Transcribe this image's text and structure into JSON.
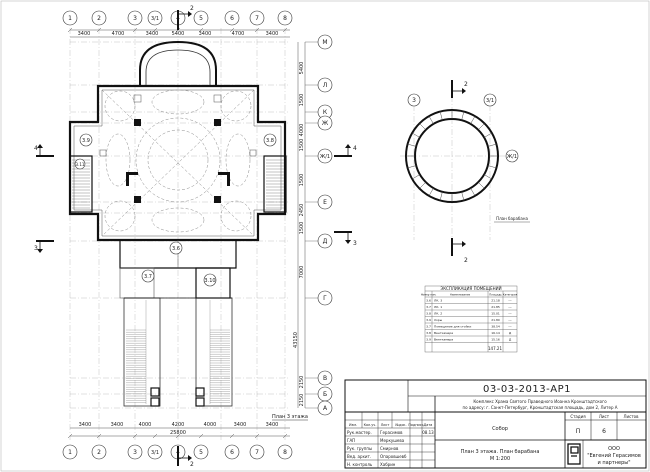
{
  "axes": {
    "columns": [
      "1",
      "2",
      "3",
      "3/1",
      "4",
      "5",
      "6",
      "7",
      "8"
    ],
    "rows": [
      "М",
      "Л",
      "К",
      "Ж",
      "Ж/1",
      "Е",
      "Д",
      "Г",
      "В",
      "Б",
      "А"
    ],
    "top_dims": [
      "3400",
      "4700",
      "3400",
      "3400",
      "4700",
      "3400"
    ],
    "top_dims_inner": "5400",
    "bottom_dims": [
      "3400",
      "3400",
      "4000",
      "4200",
      "4000",
      "3400",
      "3400"
    ],
    "bottom_total": "25800",
    "bottom_half": "4200",
    "right_dims": [
      "5400",
      "1500",
      "4000",
      "1500",
      "1500",
      "2450",
      "1500",
      "7000",
      "2150",
      "2150"
    ],
    "right_total": "43150"
  },
  "sections": {
    "top": "2",
    "left": "4",
    "right": "4",
    "left_low": "3",
    "right_low": "3",
    "bottom": "2"
  },
  "room_tags": [
    "3.8",
    "3.9",
    "3.6",
    "3.7",
    "3.10",
    "3.11"
  ],
  "plan_caption": "План 3 этажа",
  "drum": {
    "axes_cols": [
      "3",
      "3/1"
    ],
    "axis_row": "Ж/1",
    "section_mark": "2",
    "caption": "План барабана"
  },
  "room_table": {
    "title": "ЭКСПЛИКАЦИЯ ПОМЕЩЕНИЙ",
    "headers": [
      "Номер пом.",
      "Наименование",
      "Площадь",
      "Категория"
    ],
    "rows": [
      [
        "3.6",
        "ЛК. 3",
        "21.18",
        "---"
      ],
      [
        "3.7",
        "ЛК. 1",
        "21.85",
        "---"
      ],
      [
        "3.8",
        "ЛК. 2",
        "15.01",
        "---"
      ],
      [
        "3.9",
        "Хоры",
        "21.80",
        "---"
      ],
      [
        "3.7",
        "Помещение для стойки",
        "38.54",
        "---"
      ],
      [
        "3.8",
        "Венткамера",
        "16.14",
        "Д"
      ],
      [
        "3.9",
        "Венткамера",
        "15.16",
        "Д"
      ]
    ],
    "total": "147.21"
  },
  "stamp": {
    "code": "03-03-2013-АР1",
    "project_line1": "Комплекс Храма Святого Праведного Иоанна Кронштадтского",
    "project_line2": "по адресу: г. Санкт-Петербург, Кронштадтская площадь, дом 2, Литер А",
    "col_headers": [
      "Изм.",
      "Кол.уч.",
      "Лист",
      "№док.",
      "Подпись",
      "Дата"
    ],
    "roles": [
      {
        "role": "Рук.мастер.",
        "name": "Герасимов",
        "date": "08.13"
      },
      {
        "role": "ГАП",
        "name": "Меркушева",
        "date": ""
      },
      {
        "role": "Рук. группы",
        "name": "Смирнов",
        "date": ""
      },
      {
        "role": "Вед. архит.",
        "name": "Опаровшевб",
        "date": ""
      },
      {
        "role": "Н. контроль",
        "name": "Хабрин",
        "date": ""
      }
    ],
    "object": "Собор",
    "stage_label": "Стадия",
    "sheet_label": "Лист",
    "sheets_label": "Листов",
    "stage": "П",
    "sheet": "6",
    "sheets": "",
    "title_line1": "План 3 этажа. План барабана",
    "title_line2": "М 1:200",
    "org_line1": "ООО",
    "org_line2": "\"Евгений Герасимов",
    "org_line3": "и партнеры\""
  }
}
